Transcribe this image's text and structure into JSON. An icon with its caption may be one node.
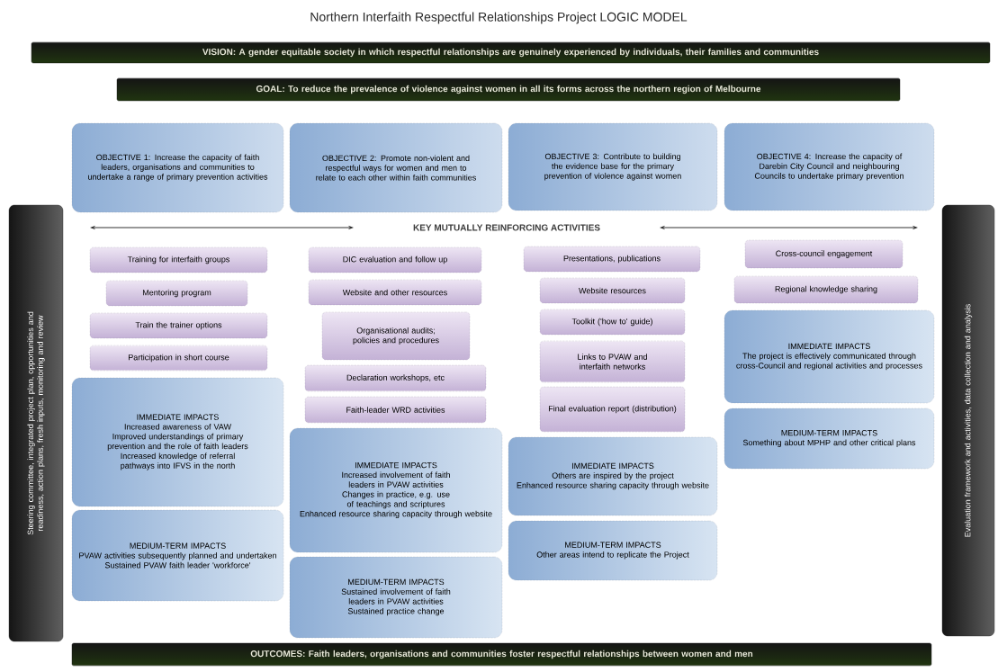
{
  "diagram": {
    "title": "Northern Interfaith Respectful Relationships Project LOGIC MODEL",
    "nodes": [
      {
        "text": [
          "VISION: A gender equitable society in which respectful relationships are genuinely experienced by individuals, their families and communities"
        ]
      },
      {
        "text": [
          "GOAL: To reduce the prevalence of violence against women in all its forms across the northern region of Melbourne"
        ]
      },
      {
        "text": [
          "OBJECTIVE 1: Increase the capacity of faith leaders, organisations and communities to undertake a range of primary prevention activities"
        ]
      },
      {
        "text": [
          "OBJECTIVE 2: Promote non-violent and respectful ways for women and men to relate to each other within faith communities"
        ]
      },
      {
        "text": [
          "OBJECTIVE 3: Contribute to building the evidence base for the primary prevention of violence against women"
        ]
      },
      {
        "text": [
          "OBJECTIVE 4: Increase the capacity of Darebin City Council and neighbouring Councils to undertake primary prevention"
        ]
      },
      {
        "text": [
          "Steering committee, integrated project plan, opportunities and readiness, action plans, fresh inputs, monitoring and review"
        ]
      },
      {
        "text": [
          "Training for interfaith groups"
        ]
      },
      {
        "text": [
          "Mentoring program"
        ]
      },
      {
        "text": [
          "Train the trainer options"
        ]
      },
      {
        "text": [
          "Participation in short course"
        ]
      },
      {
        "text": [
          "IMMEDIATE IMPACTS",
          "Increased awareness of VAW",
          "Improved understandings of primary prevention and the role of faith leaders",
          "Increased knowledge of referral pathways into IFVS in the north"
        ]
      },
      {
        "text": [
          "MEDIUM-TERM IMPACTS",
          "PVAW activities subsequently planned and undertaken",
          "Sustained PVAW faith leader 'workforce'"
        ]
      },
      {
        "text": [
          "DIC evaluation and follow up"
        ]
      },
      {
        "text": [
          "Website and other resources"
        ]
      },
      {
        "text": [
          "Organisational audits; policies and procedures"
        ]
      },
      {
        "text": [
          "Declaration workshops, etc"
        ]
      },
      {
        "text": [
          "Faith-leader WRD activities"
        ]
      },
      {
        "text": [
          "IMMEDIATE IMPACTS",
          "Increased involvement of faith leaders in PVAW activities",
          "Changes in practice, e.g. use of teachings and scriptures",
          "Enhanced resource sharing capacity through website"
        ]
      },
      {
        "text": [
          "MEDIUM-TERM IMPACTS",
          "Sustained involvement of faith leaders in PVAW activities",
          "Sustained practice change"
        ]
      },
      {
        "text": [
          "Presentations, publications"
        ]
      },
      {
        "text": [
          "Website resources"
        ]
      },
      {
        "text": [
          "Toolkit ('how to' guide)"
        ]
      },
      {
        "text": [
          "Links to PVAW and interfaith networks"
        ]
      },
      {
        "text": [
          "Final evaluation report (distribution)"
        ]
      },
      {
        "text": [
          "IMMEDIATE IMPACTS",
          "Others are inspired by the project",
          "Enhanced resource sharing capacity through website"
        ]
      },
      {
        "text": [
          "MEDIUM-TERM IMPACTS",
          "Other areas intend to replicate the Project"
        ]
      },
      {
        "text": [
          "Cross-council engagement"
        ]
      },
      {
        "text": [
          "Regional knowledge sharing"
        ]
      },
      {
        "text": [
          "IMMEDIATE IMPACTS",
          "The project is effectively communicated through cross-Council and regional activities and processes"
        ]
      },
      {
        "text": [
          "MEDIUM-TERM IMPACTS",
          "Something about MPHP and other critical plans"
        ]
      },
      {
        "text": [
          "Evaluation framework and activities, data collection and analysis"
        ]
      },
      {
        "text": [
          "OUTCOMES: Faith leaders, organisations and communities foster respectful relationships between women and men"
        ]
      }
    ],
    "labels": [
      "KEY MUTUALLY REINFORCING ACTIVITIES"
    ]
  }
}
